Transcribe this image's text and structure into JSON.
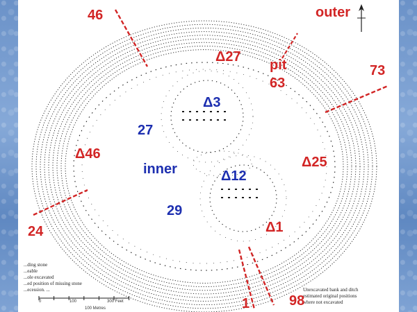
{
  "labels": {
    "outer": "outer",
    "pit": "pit",
    "pit_number": "63",
    "n46": "46",
    "n73": "73",
    "n24": "24",
    "n1": "1",
    "n98": "98",
    "d27": "Δ27",
    "d46": "Δ46",
    "d25": "Δ25",
    "d1": "Δ1",
    "inner": "inner",
    "d3": "Δ3",
    "d12": "Δ12",
    "n27": "27",
    "n29": "29"
  },
  "legend_left": [
    "...ding stone",
    "...eable",
    "...ole excavated",
    "...ed position of missing stone",
    "...ecession. ..."
  ],
  "legend_right": [
    "Unexcavated bank and ditch",
    "estimated original positions",
    "where not excavated"
  ],
  "scale": {
    "left": "0",
    "mid": "100",
    "right": "300 Feet",
    "meters": "100 Metres"
  },
  "colors": {
    "label_red": "#d22525",
    "label_blue": "#1d2fb0",
    "background": "#6f95c9",
    "plan": "#1a1a1a"
  }
}
